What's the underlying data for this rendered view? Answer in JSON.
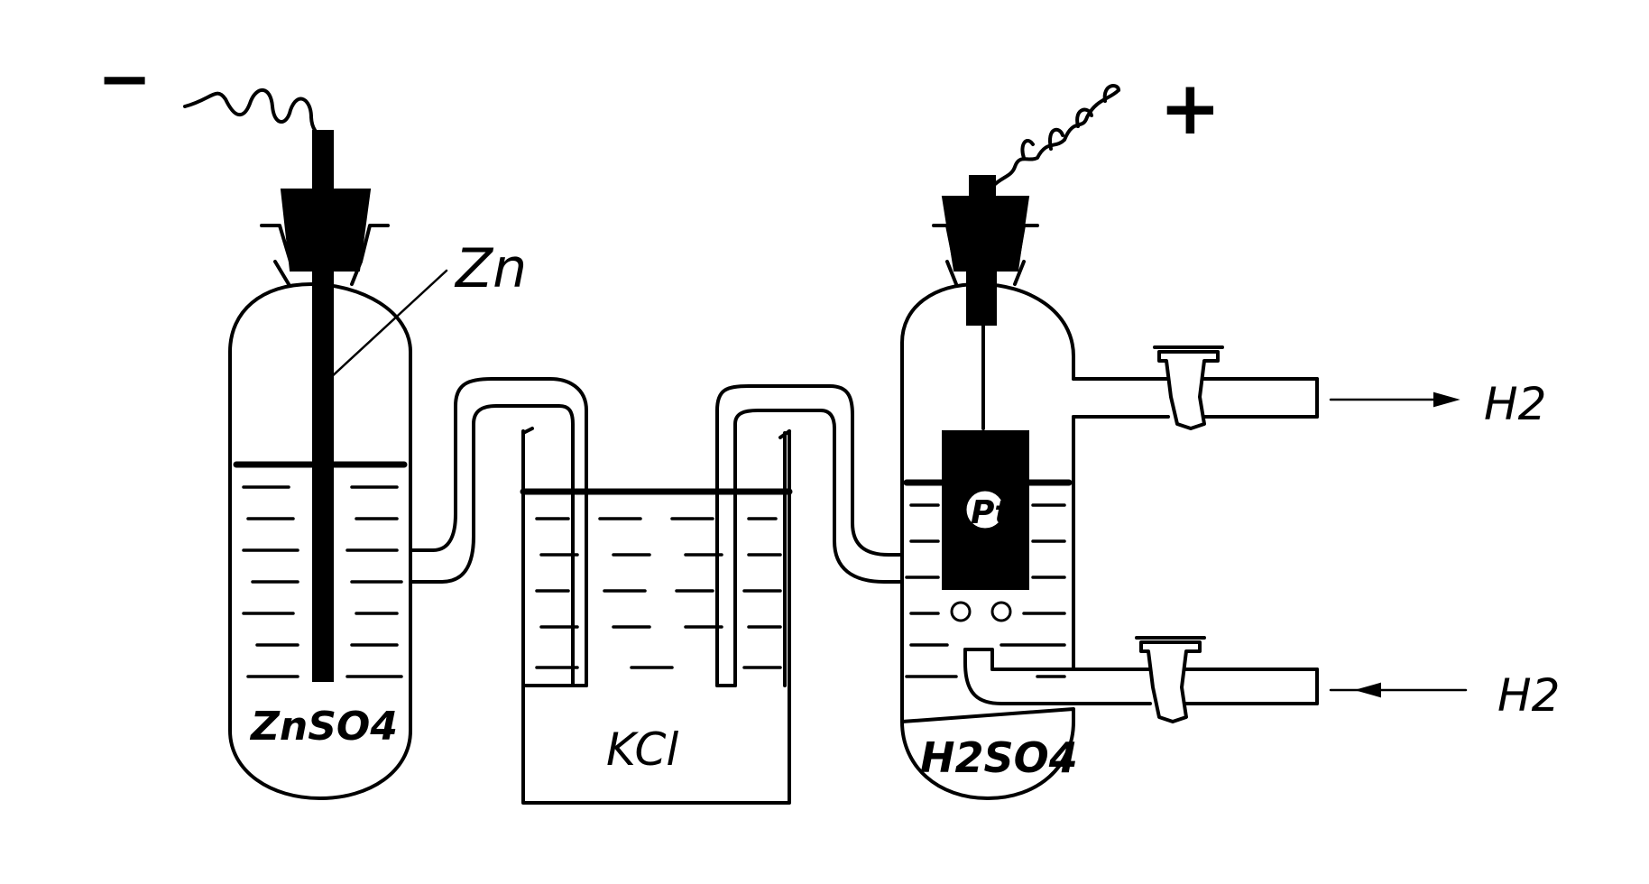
{
  "diagram": {
    "labels": {
      "negative_terminal": "−",
      "positive_terminal": "+",
      "zinc_electrode": "Zn",
      "left_solution": "ZnSO4",
      "salt_bridge_solution": "KCl",
      "right_solution": "H2SO4",
      "platinum_electrode": "Pt",
      "gas_outlet": "H2",
      "gas_inlet": "H2"
    }
  }
}
